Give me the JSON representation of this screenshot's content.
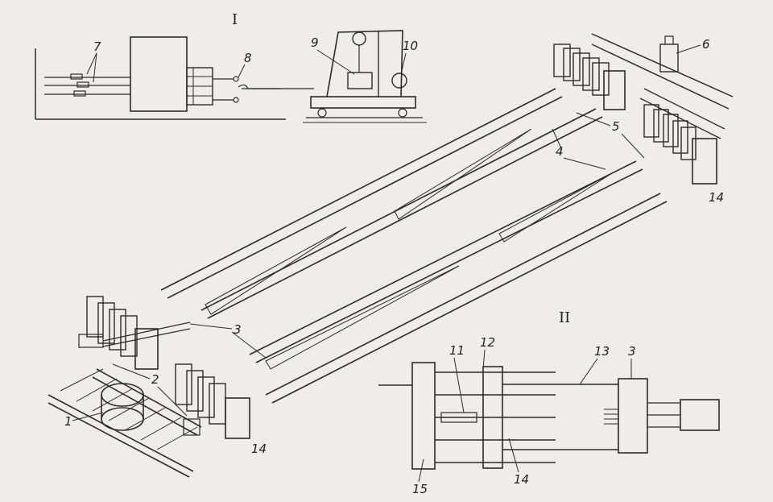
{
  "sections": {
    "top_inset": "I",
    "bottom_inset": "II"
  },
  "callouts": {
    "n1": "1",
    "n2": "2",
    "n3": "3",
    "n3b": "3",
    "n4": "4",
    "n5": "5",
    "n6": "6",
    "n7": "7",
    "n8": "8",
    "n9": "9",
    "n10": "10",
    "n11": "11",
    "n12": "12",
    "n13": "13",
    "n14a": "14",
    "n14b": "14",
    "n14c": "14",
    "n15": "15"
  },
  "colors": {
    "paper": "#efedea",
    "ink": "#2b2b2b"
  }
}
